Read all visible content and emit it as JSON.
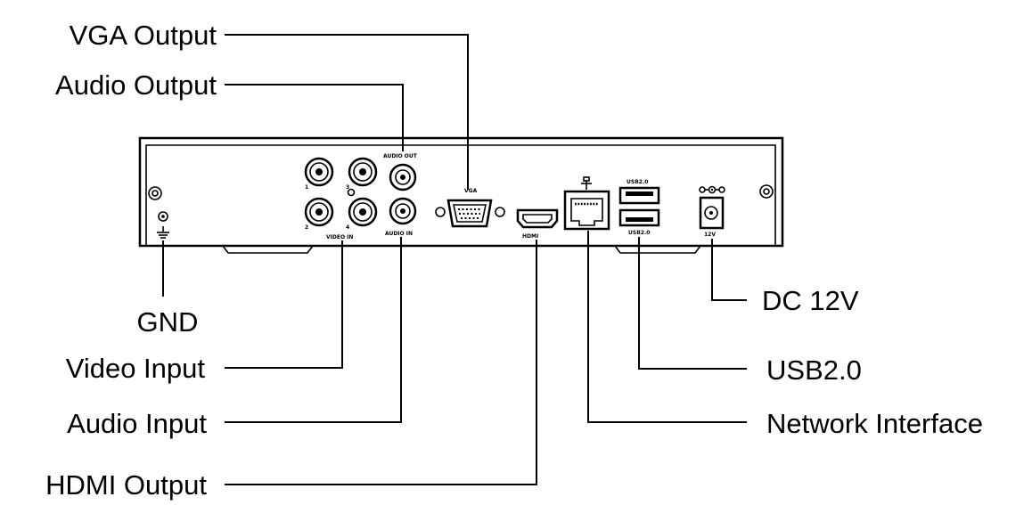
{
  "colors": {
    "ink": "#000000",
    "background": "#ffffff"
  },
  "callouts": {
    "vga_output": "VGA Output",
    "audio_output": "Audio Output",
    "gnd": "GND",
    "video_input": "Video Input",
    "audio_input": "Audio Input",
    "hdmi_output": "HDMI Output",
    "dc_12v": "DC 12V",
    "usb2": "USB2.0",
    "network_interface": "Network Interface"
  },
  "panel_labels": {
    "audio_out": "AUDIO OUT",
    "audio_in": "AUDIO IN",
    "video_in": "VIDEO IN",
    "vga": "VGA",
    "hdmi": "HDMI",
    "usb_top": "USB2.0",
    "usb_bottom": "USB2.0",
    "dc": "12V",
    "bnc_1": "1",
    "bnc_2": "2",
    "bnc_3": "3",
    "bnc_4": "4"
  },
  "icons": [
    "ground-icon",
    "screw-icon",
    "bnc-connector-icon",
    "rca-connector-icon",
    "vga-port-icon",
    "hdmi-port-icon",
    "ethernet-port-icon",
    "usb-port-icon",
    "dc-jack-icon",
    "polarity-icon"
  ]
}
